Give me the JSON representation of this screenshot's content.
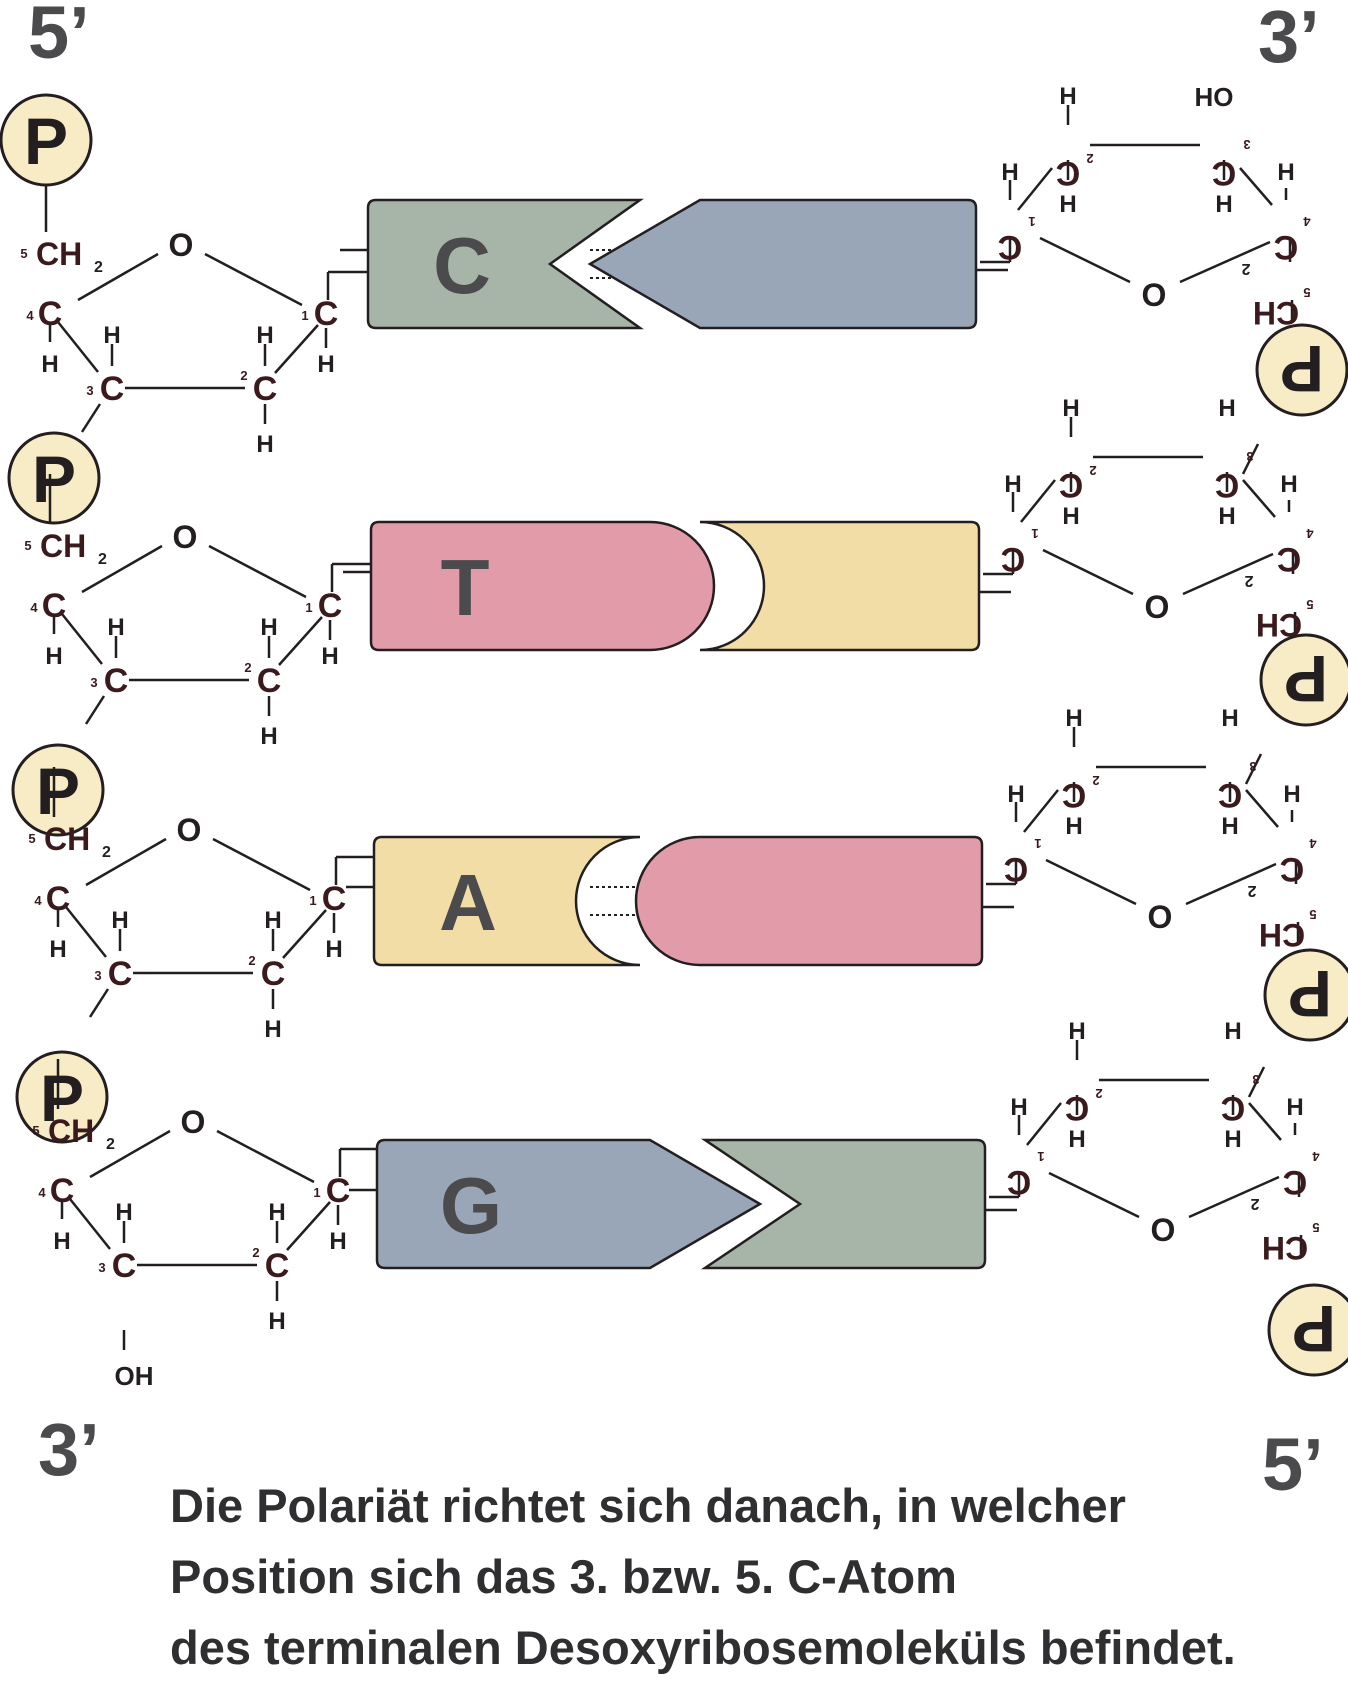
{
  "ends": {
    "top_left": "5’",
    "top_right": "3’",
    "bottom_left": "3’",
    "bottom_right": "5’"
  },
  "atoms": {
    "phosphate": "P",
    "carbon": "C",
    "hydrogen": "H",
    "oxygen": "O",
    "ch2": "CH",
    "ch2_sub": "2",
    "hydroxyl": "OH",
    "hydroxyl_top": "HO",
    "position_numbers": [
      "1",
      "2",
      "3",
      "4",
      "5"
    ]
  },
  "base_pairs": [
    {
      "left_base": "C",
      "left_color": "#a6b5a8",
      "right_color": "#99a6b7",
      "shape": "chevron-in"
    },
    {
      "left_base": "T",
      "left_color": "#e29ba9",
      "right_color": "#f2dda7",
      "shape": "round-out"
    },
    {
      "left_base": "A",
      "left_color": "#f2dda7",
      "right_color": "#e29ba9",
      "shape": "round-in"
    },
    {
      "left_base": "G",
      "left_color": "#99a6b7",
      "right_color": "#a6b5a8",
      "shape": "chevron-out"
    }
  ],
  "colors": {
    "phosphate_fill": "#f8ecc7",
    "outline": "#231f20",
    "carbon_text": "#3b1a1d",
    "end_label": "#4b4b4d"
  },
  "caption": {
    "line1": "Die Polariät richtet sich danach, in welcher",
    "line2": "Position sich das 3. bzw. 5. C-Atom",
    "line3": "des terminalen Desoxyribosemoleküls befindet."
  }
}
